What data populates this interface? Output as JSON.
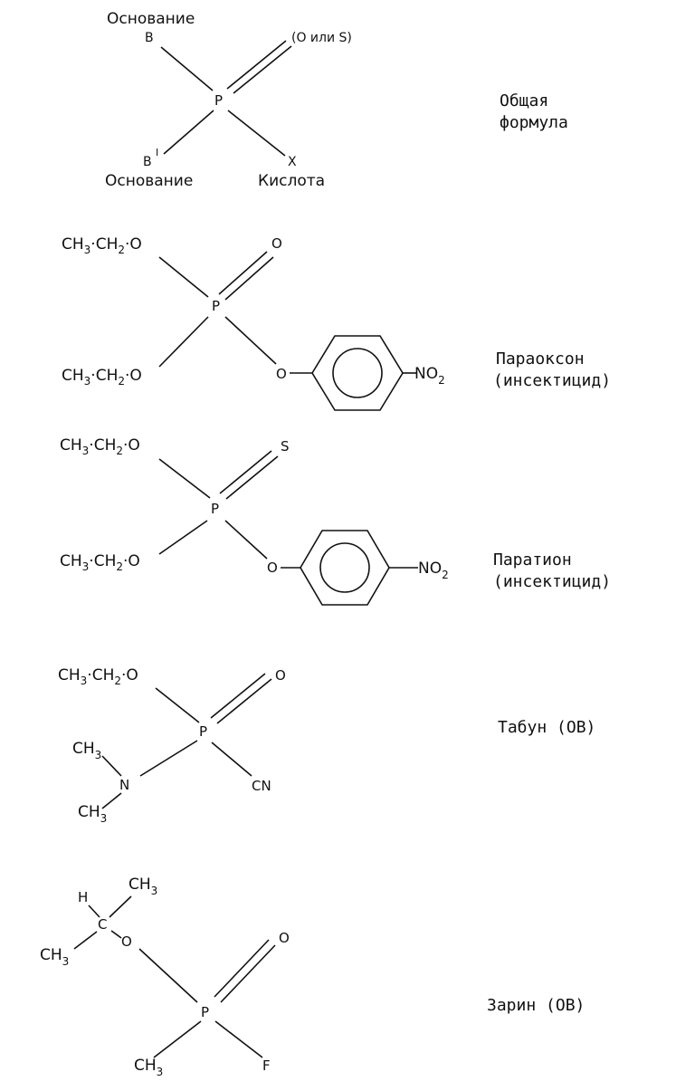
{
  "general": {
    "base_top": "Основание",
    "b": "B",
    "double_target": "(O или S)",
    "p": "P",
    "b_prime": "B",
    "b_prime_mark": "I",
    "x": "X",
    "base_bottom": "Основание",
    "acid": "Кислота",
    "caption_line1": "Общая",
    "caption_line2": "формула"
  },
  "paraoxon": {
    "upper_group": "CH",
    "upper_group_sub": "3",
    "upper_group_mid": "·CH",
    "upper_group_sub2": "2",
    "upper_group_end": "·O",
    "lower_group": "CH",
    "lower_group_sub": "3",
    "lower_group_mid": "·CH",
    "lower_group_sub2": "2",
    "lower_group_end": "·O",
    "double_atom": "O",
    "p": "P",
    "ester_o": "O",
    "nitro": "NO",
    "nitro_sub": "2",
    "caption_line1": "Параоксон",
    "caption_line2": "(инсектицид)"
  },
  "parathion": {
    "upper_group": "CH",
    "upper_group_sub": "3",
    "upper_group_mid": "·CH",
    "upper_group_sub2": "2",
    "upper_group_end": "·O",
    "lower_group": "CH",
    "lower_group_sub": "3",
    "lower_group_mid": "·CH",
    "lower_group_sub2": "2",
    "lower_group_end": "·O",
    "double_atom": "S",
    "p": "P",
    "ester_o": "O",
    "nitro": "NO",
    "nitro_sub": "2",
    "caption_line1": "Паратион",
    "caption_line2": "(инсектицид)"
  },
  "tabun": {
    "upper_group": "CH",
    "upper_group_sub": "3",
    "upper_group_mid": "·CH",
    "upper_group_sub2": "2",
    "upper_group_end": "·O",
    "double_atom": "O",
    "p": "P",
    "methyl_top": "CH",
    "methyl_top_sub": "3",
    "nitrogen": "N",
    "methyl_bottom": "CH",
    "methyl_bottom_sub": "3",
    "cyano": "CN",
    "caption": "Табун (ОВ)"
  },
  "sarin": {
    "h": "H",
    "methyl_right": "CH",
    "methyl_right_sub": "3",
    "c": "C",
    "o": "O",
    "methyl_left": "CH",
    "methyl_left_sub": "3",
    "double_atom": "O",
    "p": "P",
    "methyl_bottom": "CH",
    "methyl_bottom_sub": "3",
    "fluoro": "F",
    "caption": "Зарин (ОВ)"
  }
}
